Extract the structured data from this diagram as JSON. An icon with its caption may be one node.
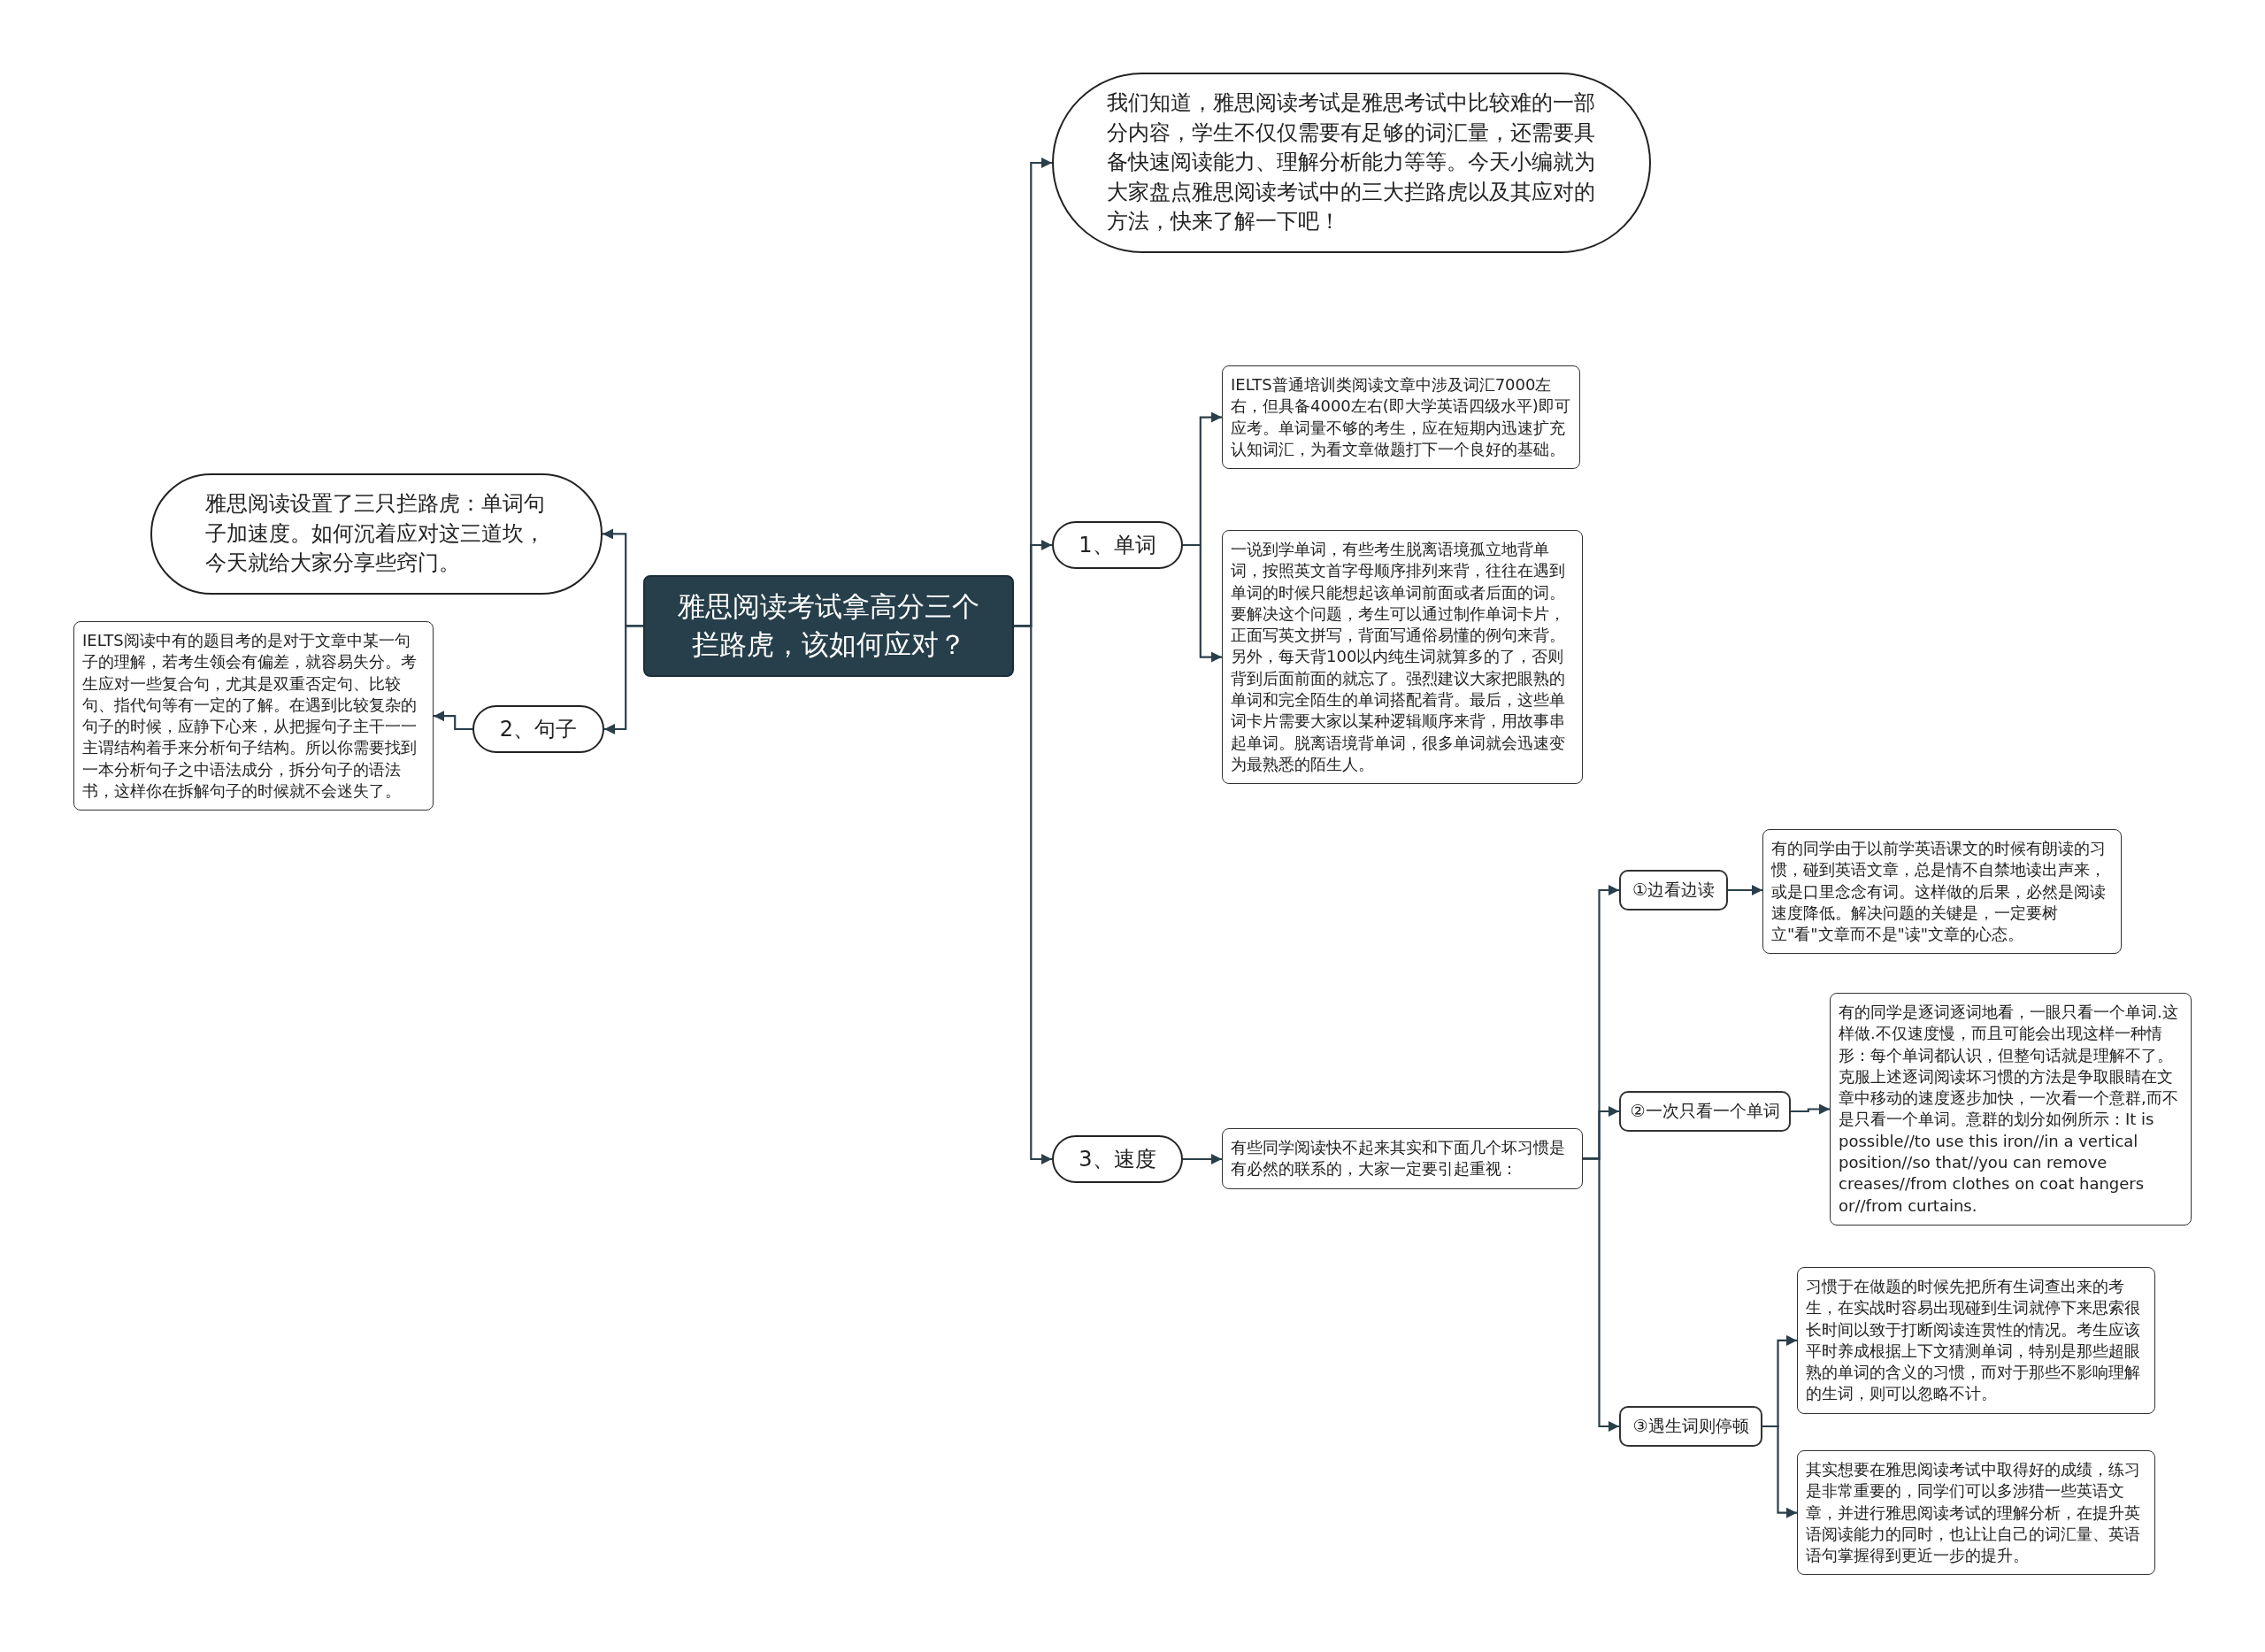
{
  "diagram": {
    "nodes": [
      {
        "text": [
          "雅思阅读考试拿高分三个拦路虎，该如何应对？"
        ]
      },
      {
        "text": [
          "雅思阅读设置了三只拦路虎：单词句子加速度。如何沉着应对这三道坎，今天就给大家分享些窍门。"
        ]
      },
      {
        "text": [
          "2、句子"
        ]
      },
      {
        "text": [
          "IELTS阅读中有的题目考的是对于文章中某一句子的理解，若考生领会有偏差，就容易失分。考生应对一些复合句，尤其是双重否定句、比较句、指代句等有一定的了解。在遇到比较复杂的句子的时候，应静下心来，从把握句子主干一一主谓结构着手来分析句子结构。所以你需要找到一本分析句子之中语法成分，拆分句子的语法书，这样你在拆解句子的时候就不会迷失了。"
        ]
      },
      {
        "text": [
          "我们知道，雅思阅读考试是雅思考试中比较难的一部分内容，学生不仅仅需要有足够的词汇量，还需要具备快速阅读能力、理解分析能力等等。今天小编就为大家盘点雅思阅读考试中的三大拦路虎以及其应对的方法，快来了解一下吧！"
        ]
      },
      {
        "text": [
          "1、单词"
        ]
      },
      {
        "text": [
          "IELTS普通培训类阅读文章中涉及词汇7000左右，但具备4000左右(即大学英语四级水平)即可应考。单词量不够的考生，应在短期内迅速扩充认知词汇，为看文章做题打下一个良好的基础。"
        ]
      },
      {
        "text": [
          "一说到学单词，有些考生脱离语境孤立地背单词，按照英文首字母顺序排列来背，往往在遇到单词的时候只能想起该单词前面或者后面的词。要解决这个问题，考生可以通过制作单词卡片，正面写英文拼写，背面写通俗易懂的例句来背。另外，每天背100以内纯生词就算多的了，否则背到后面前面的就忘了。强烈建议大家把眼熟的单词和完全陌生的单词搭配着背。最后，这些单词卡片需要大家以某种逻辑顺序来背，用故事串起单词。脱离语境背单词，很多单词就会迅速变为最熟悉的陌生人。"
        ]
      },
      {
        "text": [
          "3、速度"
        ]
      },
      {
        "text": [
          "有些同学阅读快不起来其实和下面几个坏习惯是有必然的联系的，大家一定要引起重视："
        ]
      },
      {
        "text": [
          "①边看边读"
        ]
      },
      {
        "text": [
          "有的同学由于以前学英语课文的时候有朗读的习惯，碰到英语文章，总是情不自禁地读出声来，或是口里念念有词。这样做的后果，必然是阅读速度降低。解决问题的关键是，一定要树立\"看\"文章而不是\"读\"文章的心态。"
        ]
      },
      {
        "text": [
          "②一次只看一个单词"
        ]
      },
      {
        "text": [
          "有的同学是逐词逐词地看，一眼只看一个单词.这样做.不仅速度慢，而且可能会出现这样一种情形：每个单词都认识，但整句话就是理解不了。克服上述逐词阅读坏习惯的方法是争取眼睛在文章中移动的速度逐步加快，一次看一个意群,而不是只看一个单词。意群的划分如例所示：It is possible//to use this iron//in a vertical position//so that//you can remove creases//from clothes on coat hangers or//from curtains."
        ]
      },
      {
        "text": [
          "③遇生词则停顿"
        ]
      },
      {
        "text": [
          "习惯于在做题的时候先把所有生词查出来的考生，在实战时容易出现碰到生词就停下来思索很长时间以致于打断阅读连贯性的情况。考生应该平时养成根据上下文猜测单词，特别是那些超眼熟的单词的含义的习惯，而对于那些不影响理解的生词，则可以忽略不计。"
        ]
      },
      {
        "text": [
          "其实想要在雅思阅读考试中取得好的成绩，练习是非常重要的，同学们可以多涉猎一些英语文章，并进行雅思阅读考试的理解分析，在提升英语阅读能力的同时，也让让自己的词汇量、英语语句掌握得到更近一步的提升。"
        ]
      }
    ],
    "edges": [
      {
        "from": 0,
        "to": 1,
        "arrow": "to"
      },
      {
        "from": 0,
        "to": 2,
        "arrow": "to"
      },
      {
        "from": 2,
        "to": 3,
        "arrow": "to"
      },
      {
        "from": 0,
        "to": 4,
        "arrow": "to"
      },
      {
        "from": 0,
        "to": 5,
        "arrow": "to"
      },
      {
        "from": 5,
        "to": 6,
        "arrow": "to"
      },
      {
        "from": 5,
        "to": 7,
        "arrow": "to"
      },
      {
        "from": 0,
        "to": 8,
        "arrow": "to"
      },
      {
        "from": 8,
        "to": 9,
        "arrow": "to"
      },
      {
        "from": 9,
        "to": 10,
        "arrow": "to"
      },
      {
        "from": 10,
        "to": 11,
        "arrow": "to"
      },
      {
        "from": 9,
        "to": 12,
        "arrow": "to"
      },
      {
        "from": 12,
        "to": 13,
        "arrow": "to"
      },
      {
        "from": 9,
        "to": 14,
        "arrow": "to"
      },
      {
        "from": 14,
        "to": 15,
        "arrow": "to"
      },
      {
        "from": 14,
        "to": 16,
        "arrow": "to"
      }
    ]
  }
}
